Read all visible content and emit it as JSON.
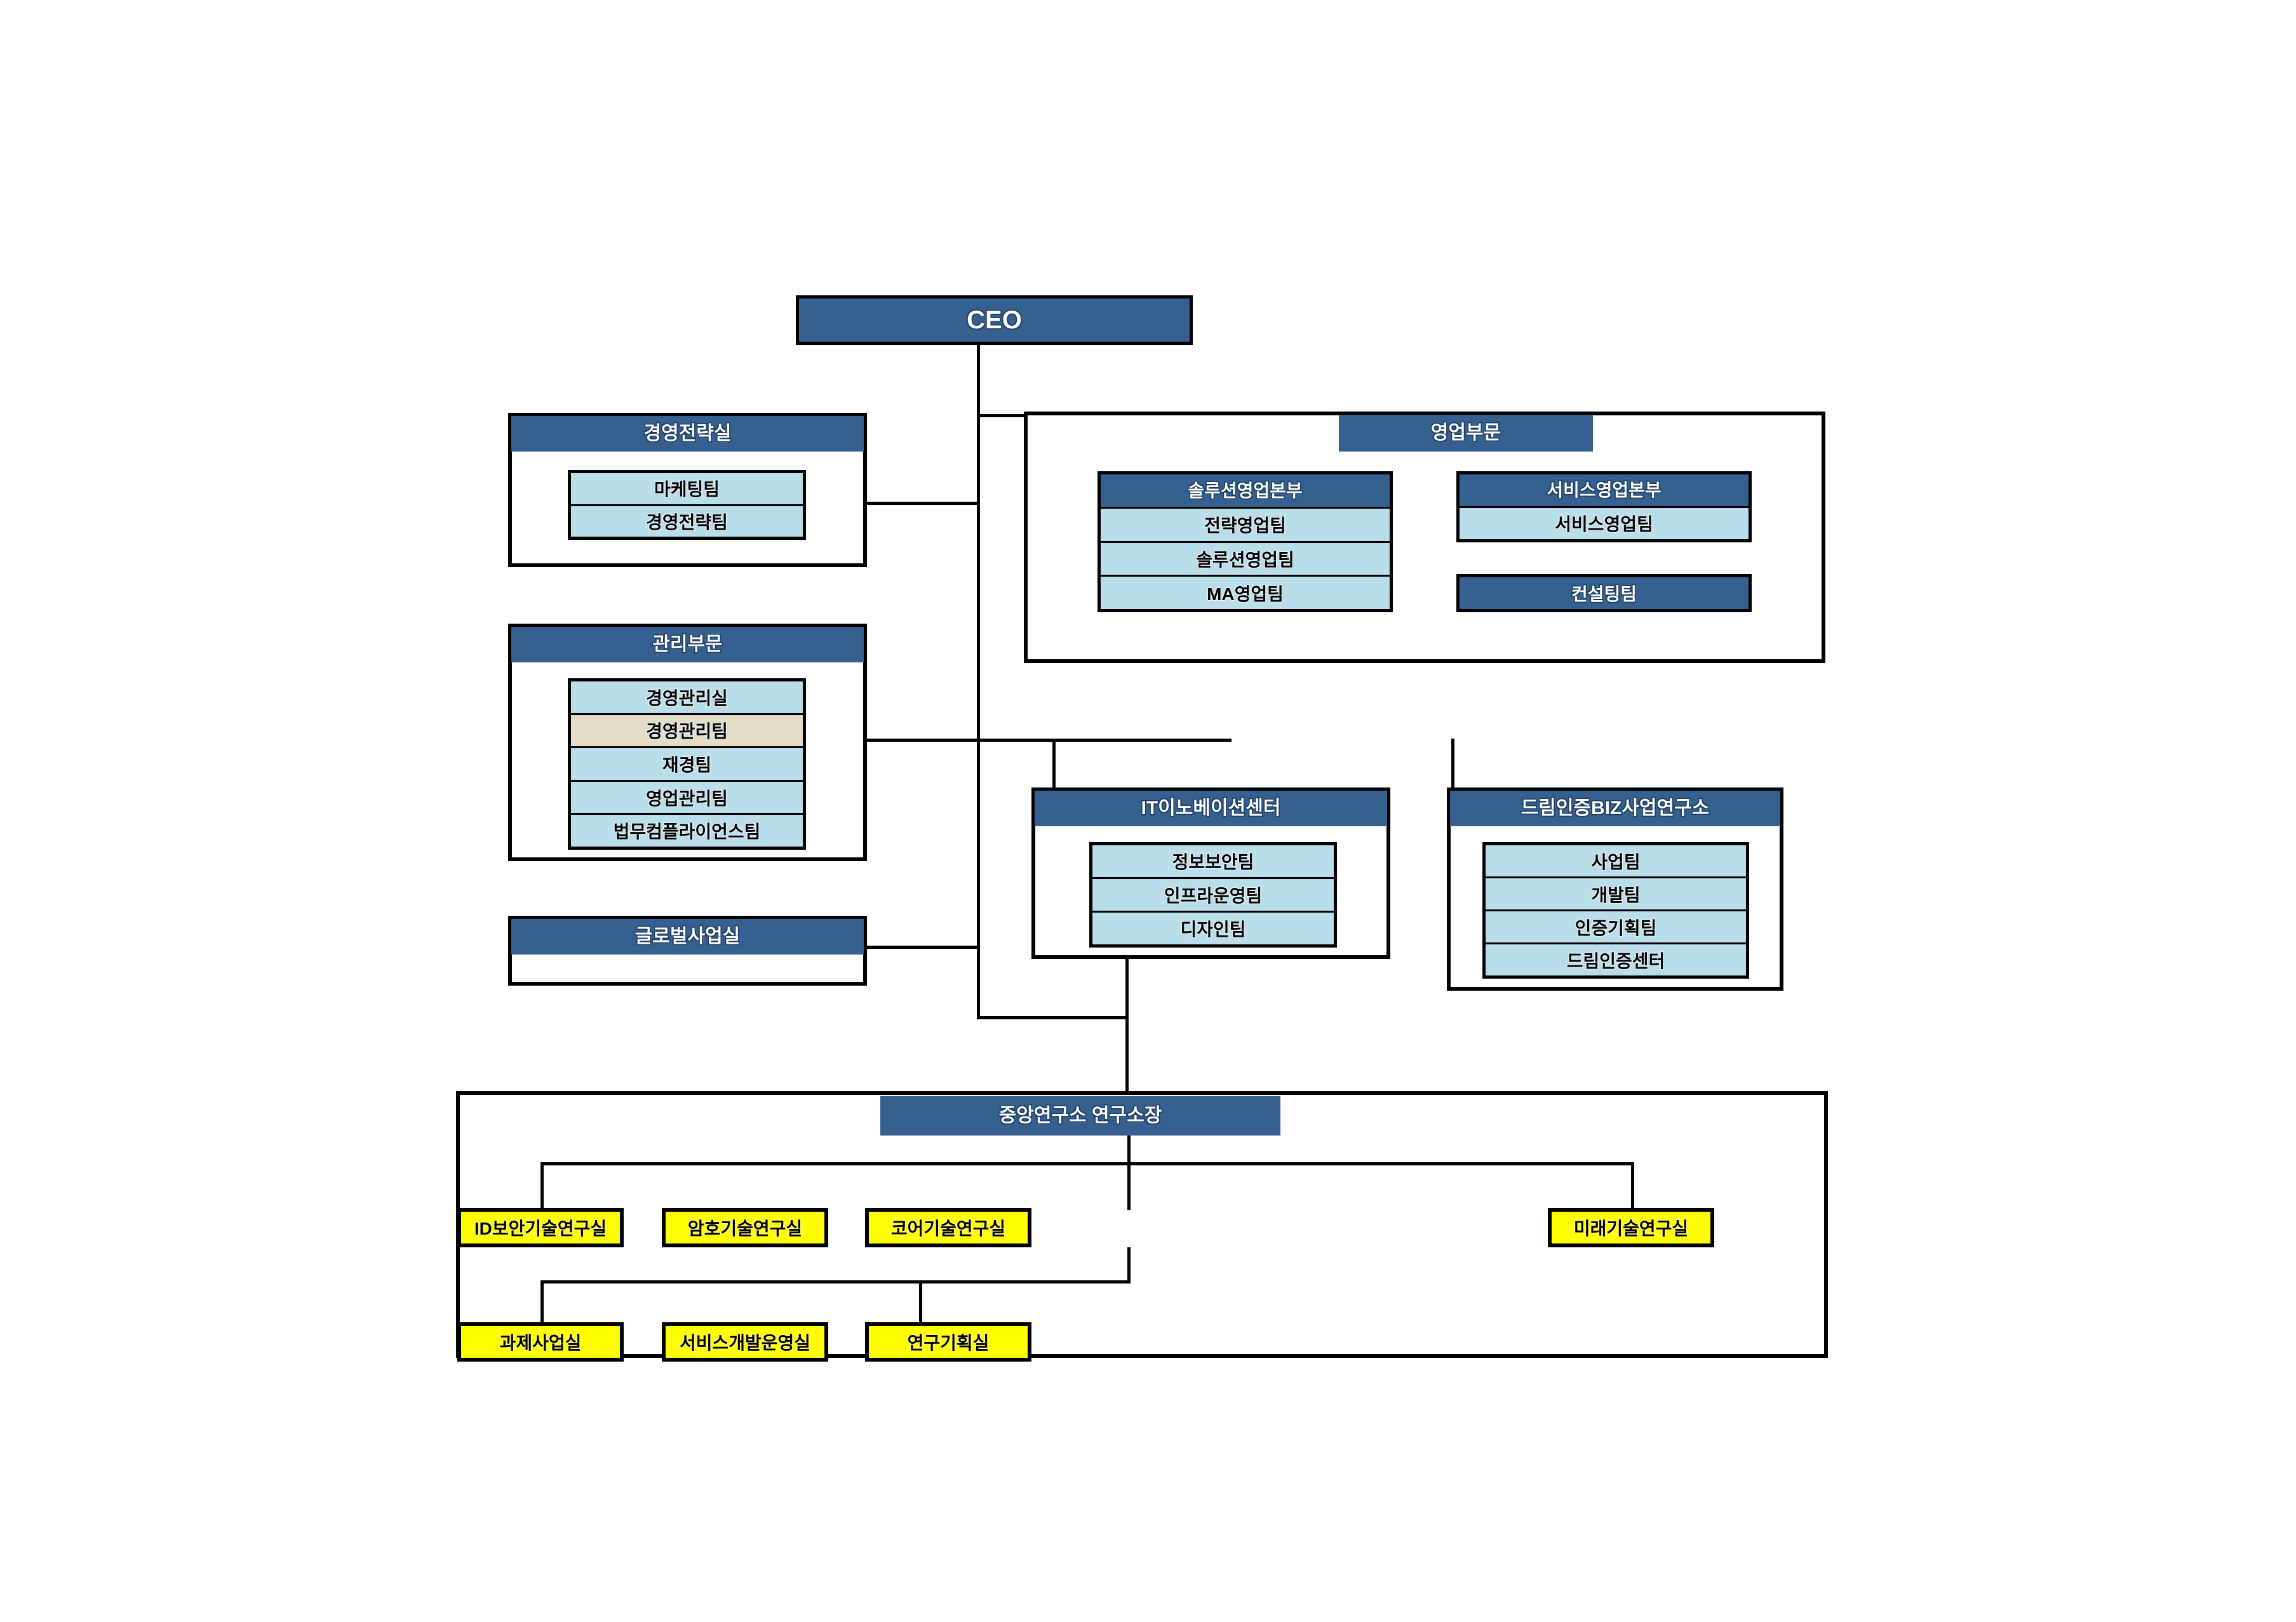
{
  "chart_data": {
    "type": "diagram",
    "title": "Organization Chart",
    "root": "CEO",
    "palette": {
      "header_blue": "#36608f",
      "team_light_blue": "#b9dde9",
      "highlight_tan": "#e4dcc6",
      "lab_yellow": "#ffff00",
      "line_black": "#000000",
      "background": "#ffffff"
    }
  },
  "ceo": {
    "label": "CEO"
  },
  "strategy_office": {
    "title": "경영전략실",
    "teams": [
      "마케팅팀",
      "경영전략팀"
    ]
  },
  "management_division": {
    "title": "관리부문",
    "teams": [
      {
        "label": "경영관리실",
        "tone": "blue"
      },
      {
        "label": "경영관리팀",
        "tone": "tan"
      },
      {
        "label": "재경팀",
        "tone": "blue"
      },
      {
        "label": "영업관리팀",
        "tone": "blue"
      },
      {
        "label": "법무컴플라이언스팀",
        "tone": "blue"
      }
    ]
  },
  "global_office": {
    "title": "글로벌사업실",
    "teams": []
  },
  "sales_division": {
    "title": "영업부문",
    "groups": [
      {
        "title": "솔루션영업본부",
        "teams": [
          "전략영업팀",
          "솔루션영업팀",
          "MA영업팀"
        ]
      },
      {
        "title": "서비스영업본부",
        "teams": [
          "서비스영업팀"
        ]
      }
    ],
    "standalone": [
      "컨설팅팀"
    ]
  },
  "it_innovation_center": {
    "title": "IT이노베이션센터",
    "teams": [
      "정보보안팀",
      "인프라운영팀",
      "디자인팀"
    ]
  },
  "dream_biz_institute": {
    "title": "드림인증BIZ사업연구소",
    "teams": [
      "사업팀",
      "개발팀",
      "인증기획팀",
      "드림인증센터"
    ]
  },
  "central_research_institute": {
    "title": "중앙연구소 연구소장",
    "labs_row1": [
      "ID보안기술연구실",
      "암호기술연구실",
      "코어기술연구실",
      "미래기술연구실"
    ],
    "labs_row2": [
      "과제사업실",
      "서비스개발운영실",
      "연구기획실"
    ]
  }
}
